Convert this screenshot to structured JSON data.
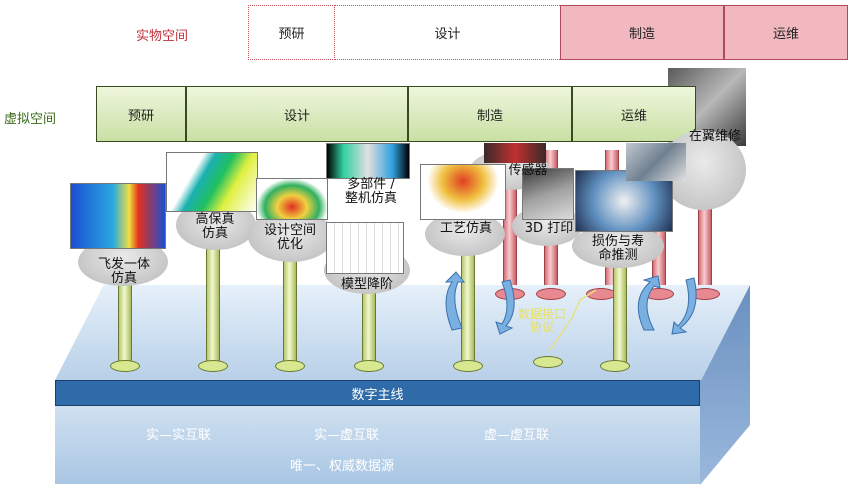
{
  "physical_space": {
    "label": "实物空间",
    "phases": [
      "预研",
      "设计",
      "制造",
      "运维"
    ]
  },
  "virtual_space": {
    "label": "虚拟空间",
    "phases": [
      "预研",
      "设计",
      "制造",
      "运维"
    ]
  },
  "activities": {
    "fly_engine": "飞发一体\n仿真",
    "hi_fidelity": "高保真\n仿真",
    "design_space": "设计空间\n优化",
    "multi_component": "多部件 /\n整机仿真",
    "model_reduction": "模型降阶",
    "process_sim": "工艺仿真",
    "sensor": "传感器",
    "print3d": "3D 打印",
    "life_prediction": "损伤与寿\n命推测",
    "onwing_maintenance": "在翼维修"
  },
  "data_interface": "数据接口\n协议",
  "digital_thread": "数字主线",
  "platform_labels": [
    "实—实互联",
    "实—虚互联",
    "虚—虚互联",
    "唯一、权威数据源"
  ],
  "colors": {
    "physical_fill": "#f2b8bf",
    "virtual_fill": "#c9e0a4",
    "thread_bar": "#2f6ba8",
    "platform_side": "#6a90c0"
  }
}
